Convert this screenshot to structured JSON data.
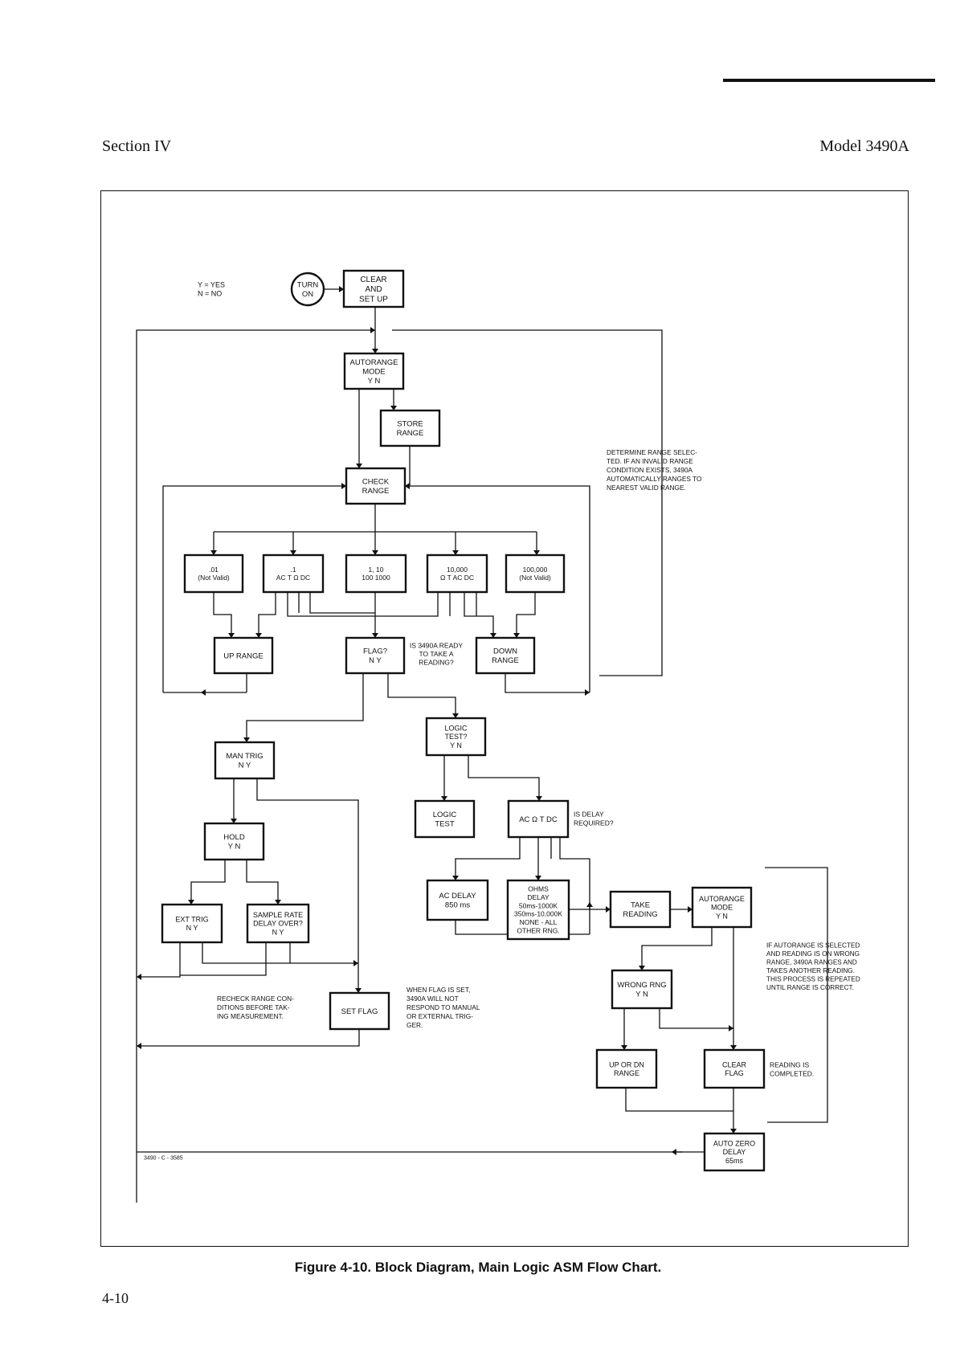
{
  "header": {
    "section": "Section IV",
    "model": "Model 3490A"
  },
  "legend": {
    "yes": "Y = YES",
    "no": "N = NO"
  },
  "start": "TURN|ON",
  "boxes": {
    "clear_setup": "CLEAR|AND|SET UP",
    "autorange_mode": "AUTORANGE|MODE|Y        N",
    "store_range": "STORE|RANGE",
    "check_range": "CHECK|RANGE",
    "range_01": ".01|(Not Valid)",
    "range_1": ".1|AC  T  Ω  DC",
    "range_1_10": "1, 10|100 1000",
    "range_10000": "10,000|Ω  T  AC DC",
    "range_100000": "100,000|(Not Valid)",
    "up_range": "UP RANGE",
    "flag": "FLAG?|N      Y",
    "down_range": "DOWN|RANGE",
    "logic_test_q": "LOGIC|TEST?|Y      N",
    "man_trig": "MAN TRIG|N      Y",
    "logic_test": "LOGIC|TEST",
    "delay_func": "AC   Ω   T  DC",
    "hold": "HOLD|Y      N",
    "ac_delay": "AC DELAY|850 ms",
    "ohms_delay": "OHMS|DELAY|50ms-1000K|350ms-10,000K|NONE - ALL|OTHER RNG.",
    "take_reading": "TAKE|READING",
    "autorange_mode2": "AUTORANGE|MODE|Y      N",
    "ext_trig": "EXT TRIG|N       Y",
    "sample_rate": "SAMPLE RATE|DELAY OVER?|N       Y",
    "wrong_rng": "WRONG RNG|Y         N",
    "set_flag": "SET FLAG",
    "up_or_dn": "UP OR DN|RANGE",
    "clear_flag": "CLEAR|FLAG",
    "auto_zero": "AUTO ZERO|DELAY|65ms"
  },
  "notes": {
    "determine": "DETERMINE  RANGE  SELEC-|TED.  IF  AN  INVALID  RANGE|CONDITION  EXISTS,  3490A|AUTOMATICALLY  RANGES  TO|NEAREST VALID RANGE.",
    "ready": "IS 3490A READY|TO  TAKE  A|READING?",
    "delay_req": "IS DELAY|REQUIRED?",
    "autorange_wrong": "IF  AUTORANGE  IS  SELECTED|AND  READING  IS  ON  WRONG|RANGE,  3490A  RANGES  AND|TAKES  ANOTHER  READING.|THIS  PROCESS  IS  REPEATED|UNTIL RANGE IS CORRECT.",
    "flag_set": "WHEN  FLAG  IS  SET,|3490A   WILL   NOT|RESPOND  TO  MANUAL|OR   EXTERNAL   TRIG-|GER.",
    "recheck": "RECHECK RANGE CON-|DITIONS BEFORE TAK-|ING MEASUREMENT.",
    "reading_done": "READING IS|COMPLETED."
  },
  "drawing_number": "3490 - C - 3585",
  "caption": "Figure 4-10.  Block Diagram, Main Logic ASM Flow Chart.",
  "page_number": "4-10"
}
